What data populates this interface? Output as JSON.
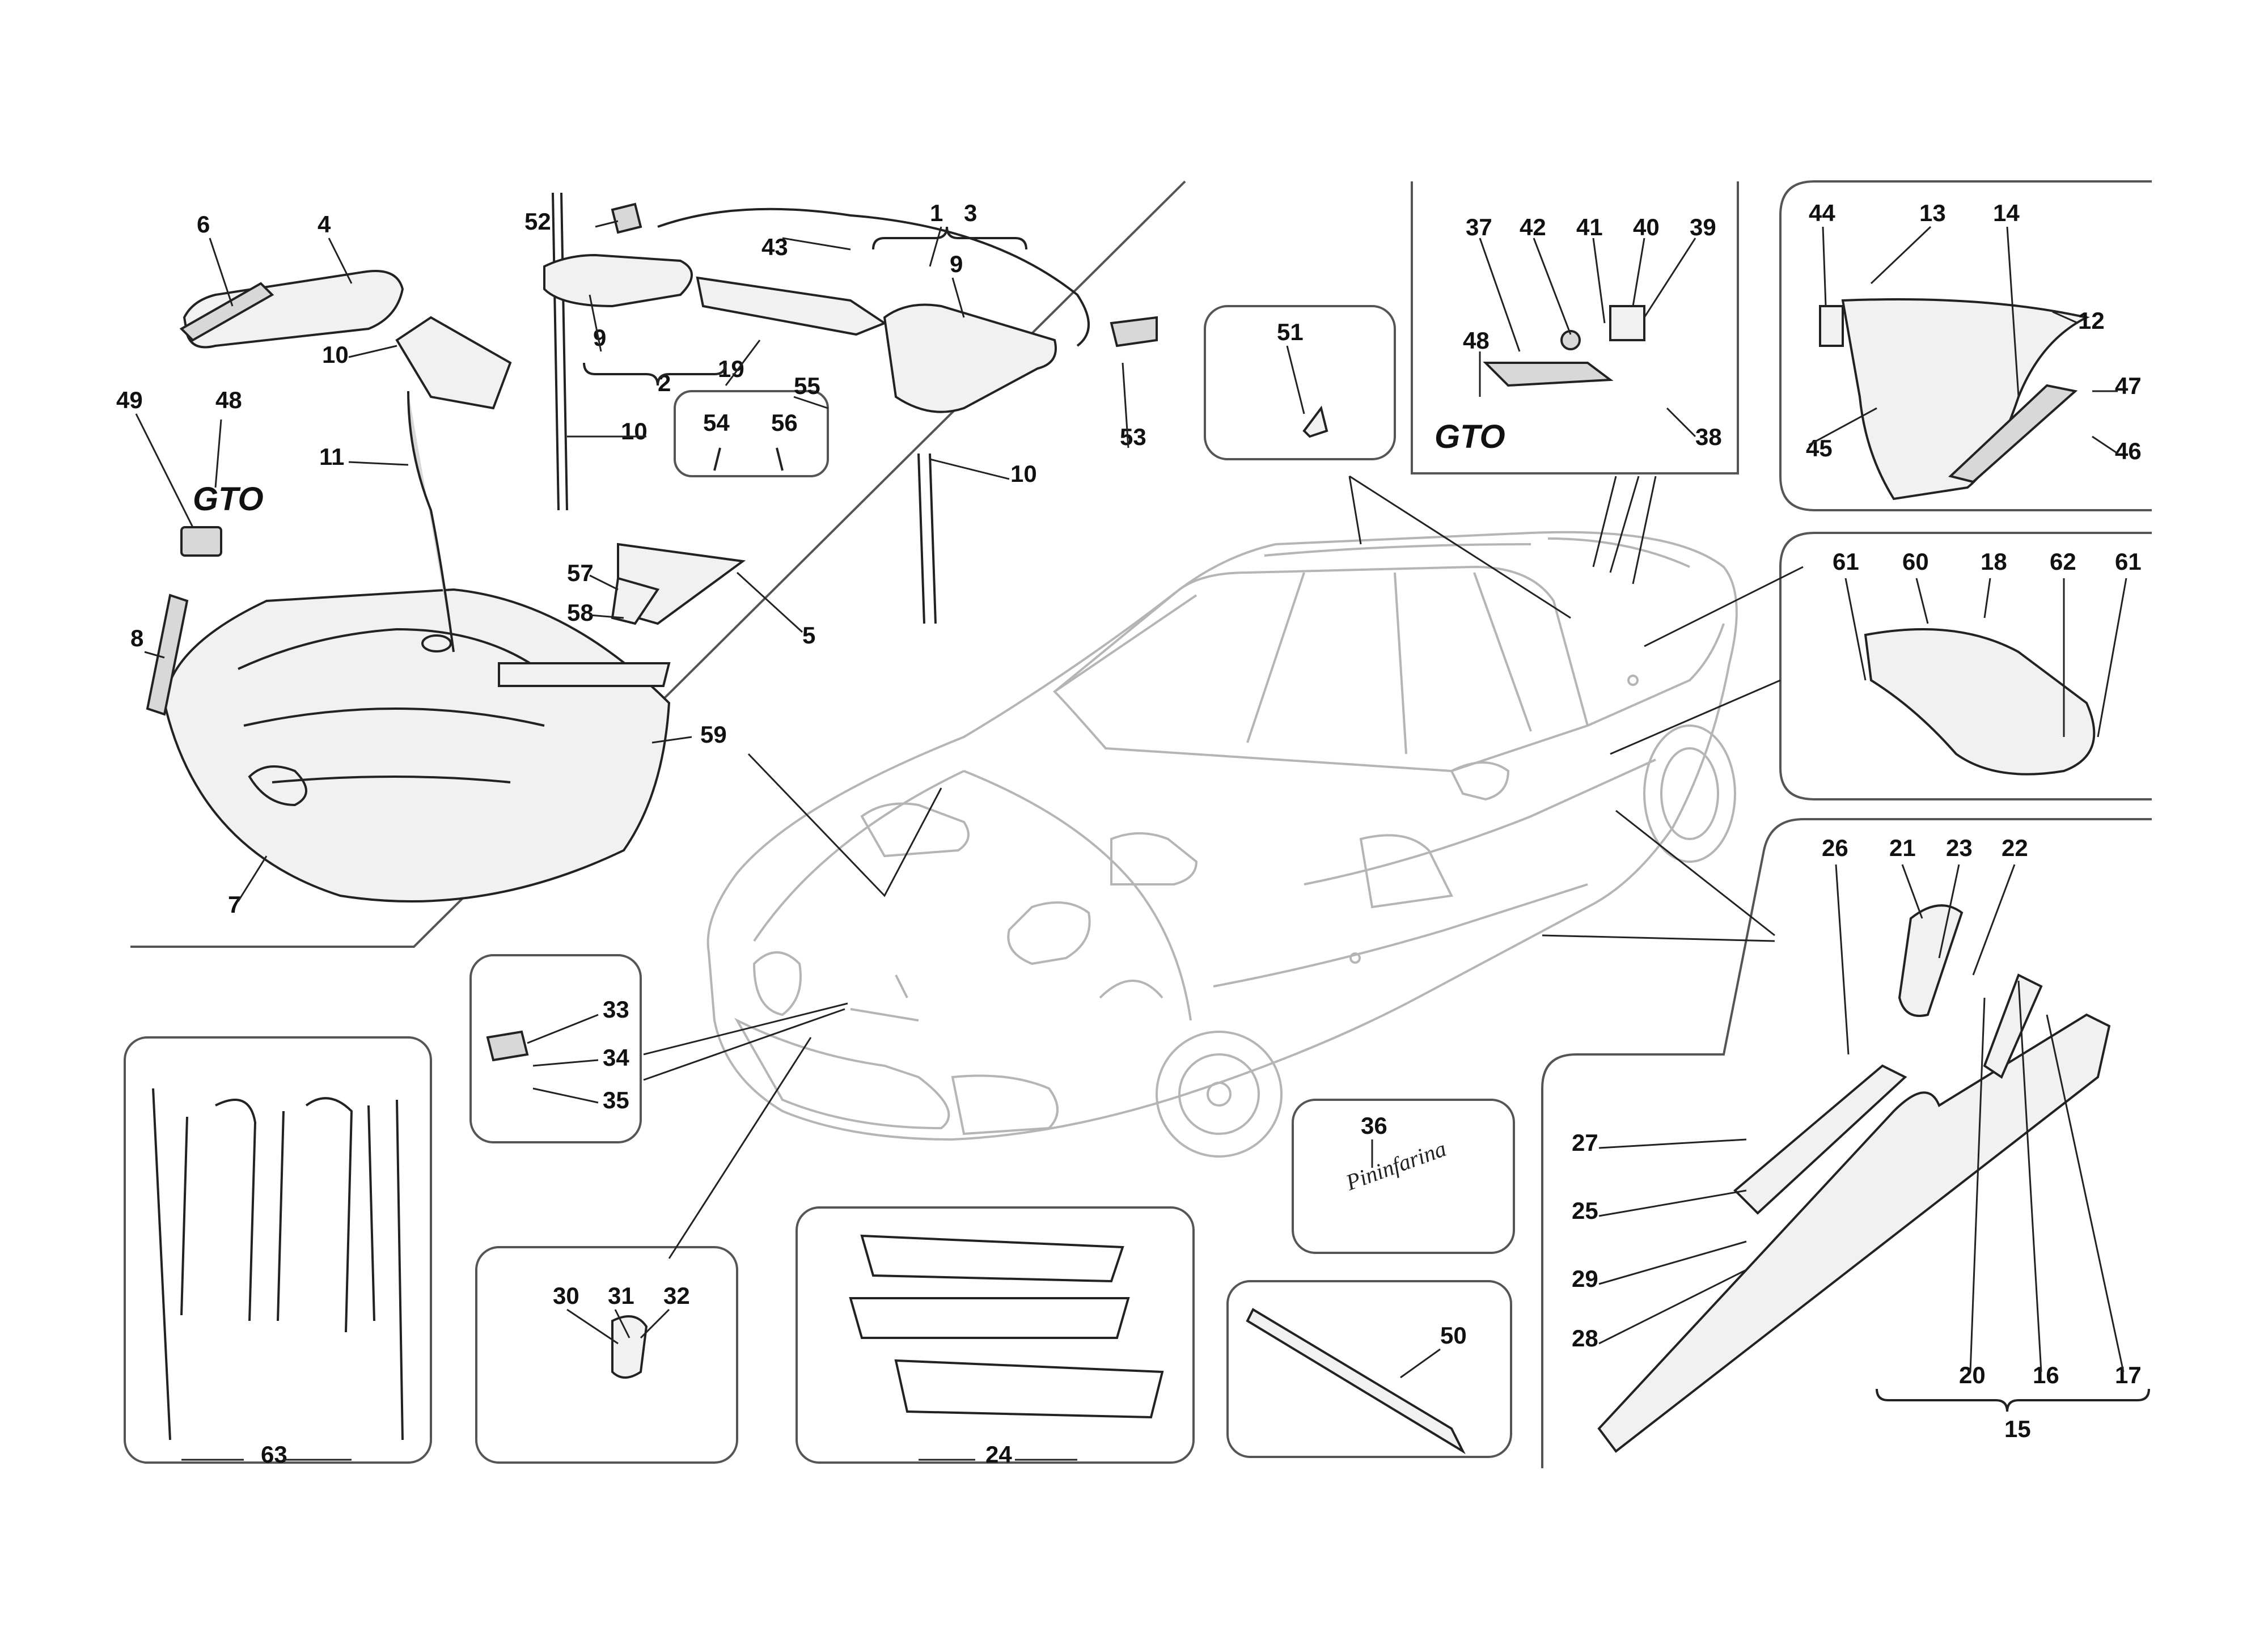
{
  "badges": {
    "gto_text": "GTO"
  },
  "script_badge": "Pininfarina",
  "callouts": [
    "1",
    "2",
    "3",
    "4",
    "5",
    "6",
    "7",
    "8",
    "9",
    "10",
    "11",
    "12",
    "13",
    "14",
    "15",
    "16",
    "17",
    "18",
    "19",
    "20",
    "21",
    "22",
    "23",
    "24",
    "25",
    "26",
    "27",
    "28",
    "29",
    "30",
    "31",
    "32",
    "33",
    "34",
    "35",
    "36",
    "37",
    "38",
    "39",
    "40",
    "41",
    "42",
    "43",
    "44",
    "45",
    "46",
    "47",
    "48",
    "49",
    "50",
    "51",
    "52",
    "53",
    "54",
    "55",
    "56",
    "57",
    "58",
    "59",
    "60",
    "61",
    "62",
    "63"
  ]
}
